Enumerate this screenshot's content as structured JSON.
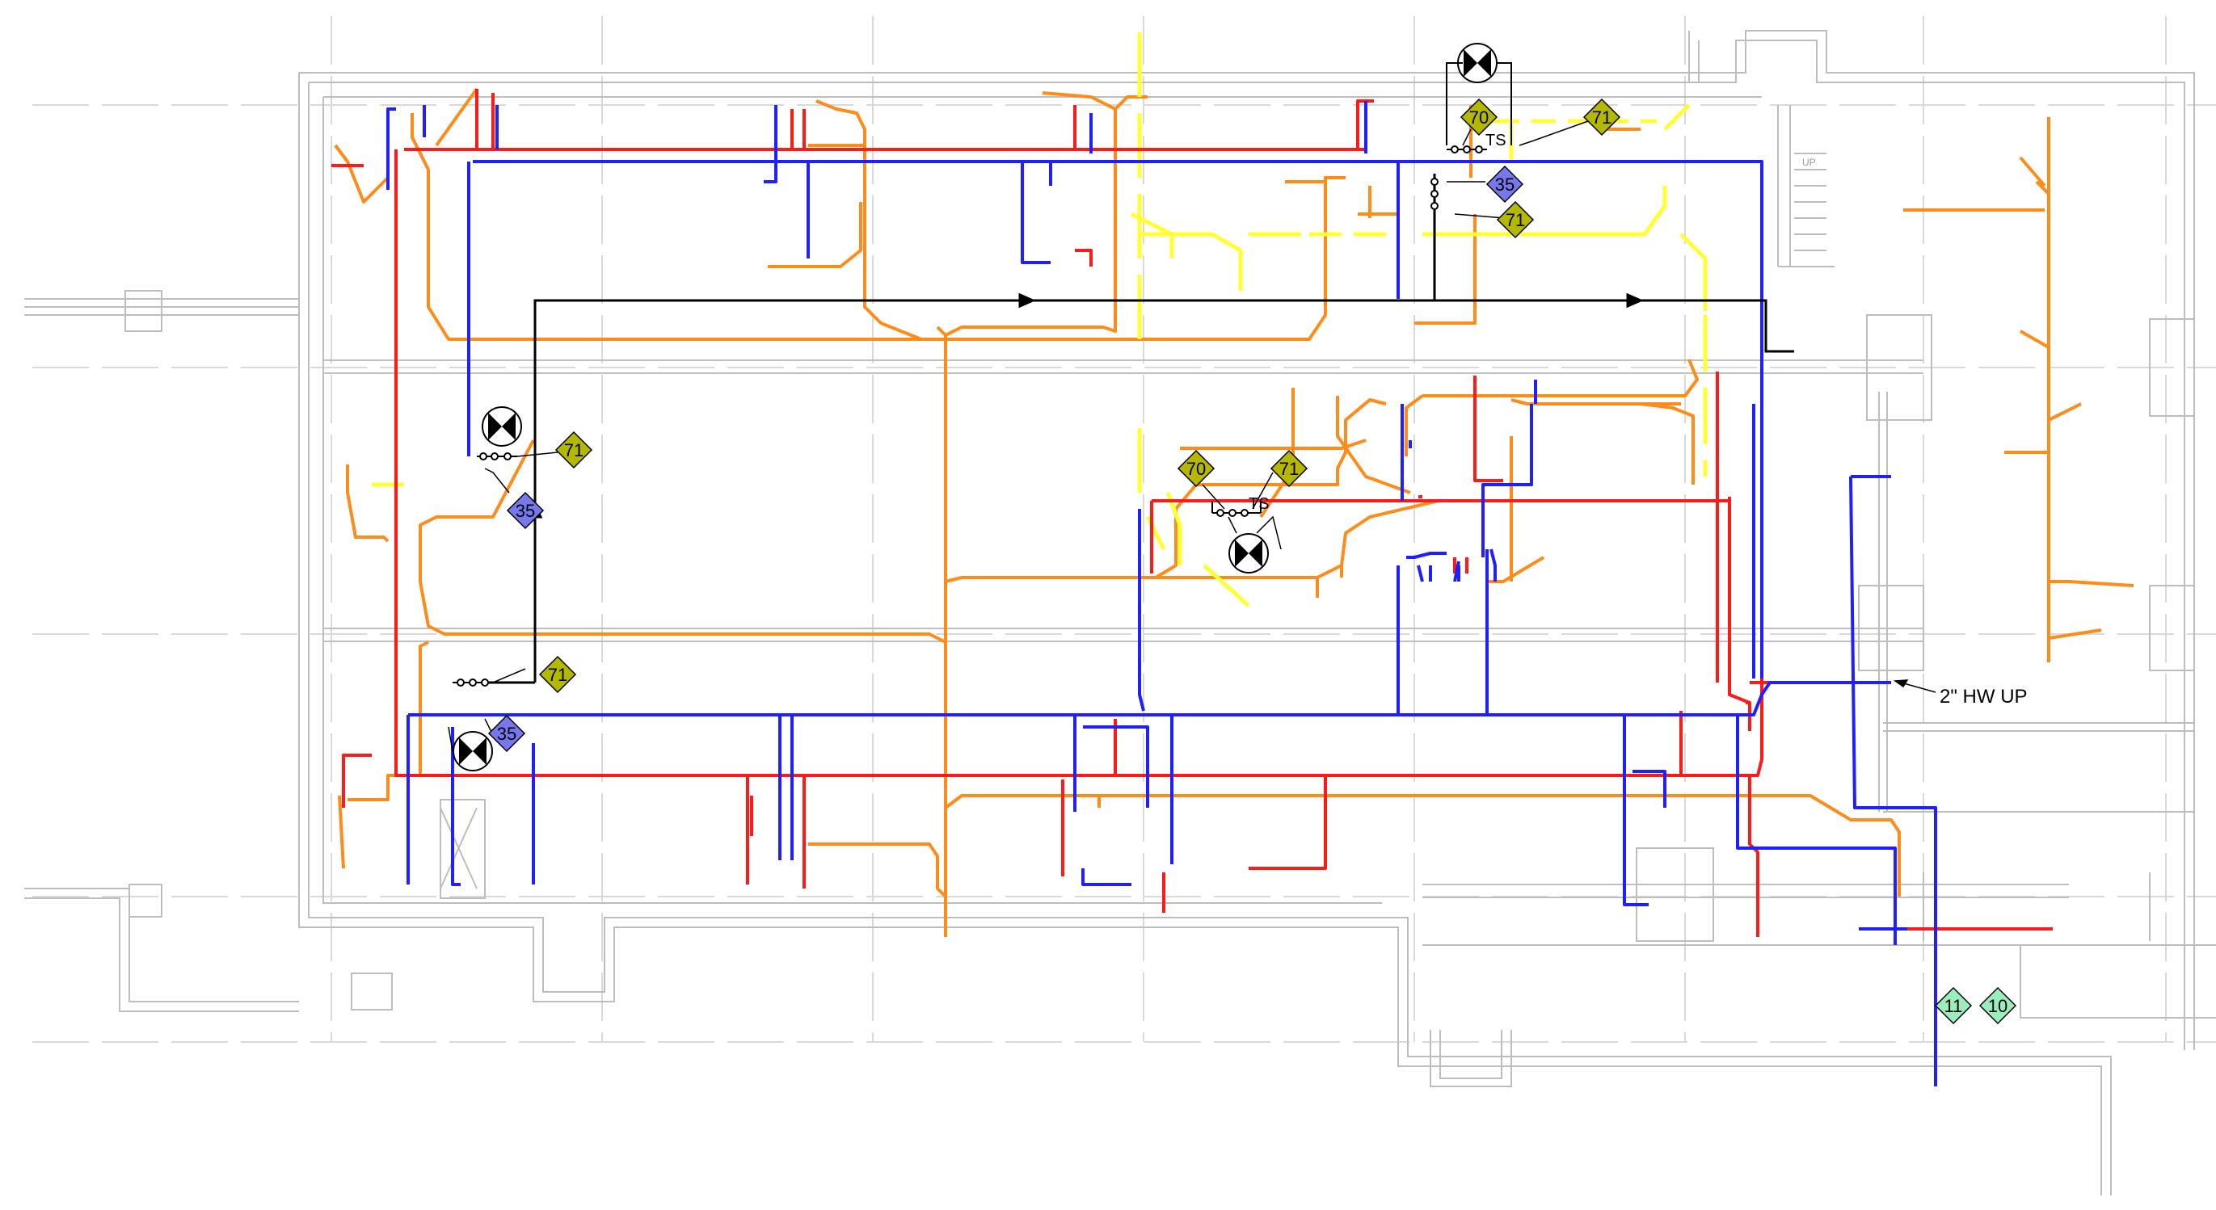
{
  "drawing": {
    "colors": {
      "background": "#ffffff",
      "architecture": "#bdbdbd",
      "grid": "#d7d7d7",
      "hot_water_supply": "#ff1a1a",
      "cold_water": "#1f1fff",
      "hot_water_return": "#ff8c1a",
      "pipe_fill": "#ffd9a0",
      "gas": "#ffff33",
      "main": "#000000",
      "tag_yellow": "#b5b800",
      "tag_blue": "#7777ee",
      "tag_green": "#99eebb"
    },
    "callout_hw_up": "2\" HW UP",
    "stair_label": "UP",
    "ts_label": "TS",
    "tags": [
      {
        "id": "t1",
        "label": "70",
        "color": "tag_yellow"
      },
      {
        "id": "t2",
        "label": "71",
        "color": "tag_yellow"
      },
      {
        "id": "t3",
        "label": "35",
        "color": "tag_blue"
      },
      {
        "id": "t4",
        "label": "71",
        "color": "tag_yellow"
      },
      {
        "id": "t5",
        "label": "71",
        "color": "tag_yellow"
      },
      {
        "id": "t6",
        "label": "35",
        "color": "tag_blue"
      },
      {
        "id": "t7",
        "label": "70",
        "color": "tag_yellow"
      },
      {
        "id": "t8",
        "label": "71",
        "color": "tag_yellow"
      },
      {
        "id": "t9",
        "label": "71",
        "color": "tag_yellow"
      },
      {
        "id": "t10",
        "label": "35",
        "color": "tag_blue"
      },
      {
        "id": "t11",
        "label": "11",
        "color": "tag_green"
      },
      {
        "id": "t12",
        "label": "10",
        "color": "tag_green"
      }
    ]
  }
}
